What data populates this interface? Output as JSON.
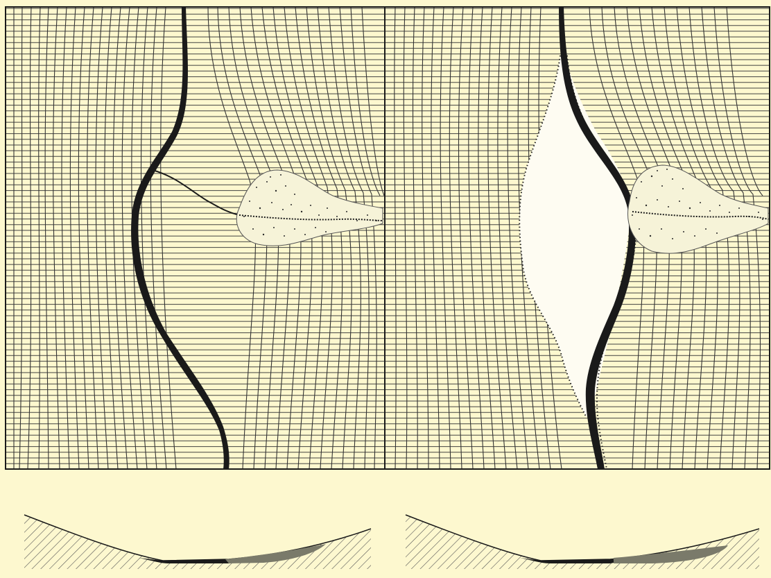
{
  "figure": {
    "panels": [
      "left-plan",
      "right-plan"
    ],
    "sections": [
      "left-cross-section",
      "right-cross-section"
    ]
  },
  "colors": {
    "paper": "#fdf8cf",
    "ink": "#1a1a1a",
    "grid_line": "#3a3a3a",
    "fan_fill": "#f6f3d8",
    "fan_dots": "#2a2a2a",
    "hatch": "#555555"
  }
}
